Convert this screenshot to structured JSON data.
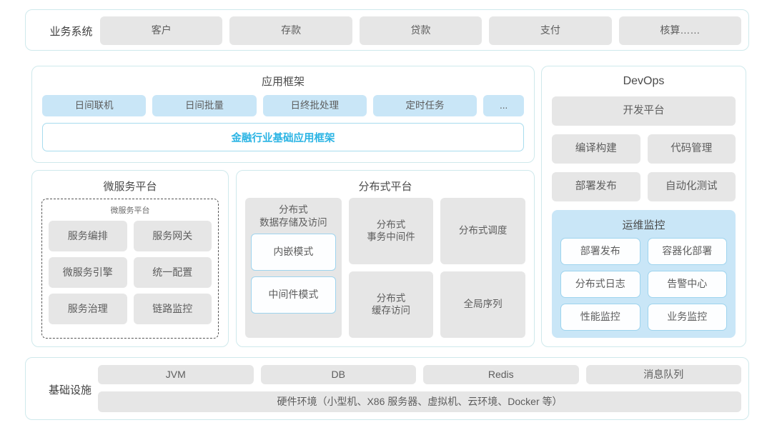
{
  "business_row": {
    "label": "业务系统",
    "items": [
      "客户",
      "存款",
      "贷款",
      "支付",
      "核算……"
    ]
  },
  "app_framework": {
    "title": "应用框架",
    "chips": [
      "日间联机",
      "日间批量",
      "日终批处理",
      "定时任务",
      "..."
    ],
    "banner": "金融行业基础应用框架"
  },
  "microservice": {
    "title": "微服务平台",
    "inner_title": "微服务平台",
    "items": [
      "服务编排",
      "服务网关",
      "微服务引擎",
      "统一配置",
      "服务治理",
      "链路监控"
    ]
  },
  "distributed": {
    "title": "分布式平台",
    "col_a": {
      "header": "分布式\n数据存储及访问",
      "header_line1": "分布式",
      "header_line2": "数据存储及访问",
      "modes": [
        "内嵌模式",
        "中间件模式"
      ]
    },
    "col_b": [
      {
        "line1": "分布式",
        "line2": "事务中间件"
      },
      {
        "line1": "分布式",
        "line2": "缓存访问"
      }
    ],
    "col_c": [
      {
        "line1": "分布式调度",
        "line2": ""
      },
      {
        "line1": "全局序列",
        "line2": ""
      }
    ]
  },
  "devops": {
    "title": "DevOps",
    "platform": "开发平台",
    "items": [
      "编译构建",
      "代码管理",
      "部署发布",
      "自动化测试"
    ],
    "ops": {
      "title": "运维监控",
      "items": [
        "部署发布",
        "容器化部署",
        "分布式日志",
        "告警中心",
        "性能监控",
        "业务监控"
      ]
    }
  },
  "infrastructure": {
    "label": "基础设施",
    "items": [
      "JVM",
      "DB",
      "Redis",
      "消息队列"
    ],
    "hardware": "硬件环境（小型机、X86 服务器、虚拟机、云环境、Docker 等）"
  },
  "colors": {
    "panel_border": "#cfe9ec",
    "chip_grey": "#e6e6e6",
    "chip_blue": "#c9e6f7",
    "accent": "#2bb4e4",
    "text": "#5d5d5d"
  }
}
